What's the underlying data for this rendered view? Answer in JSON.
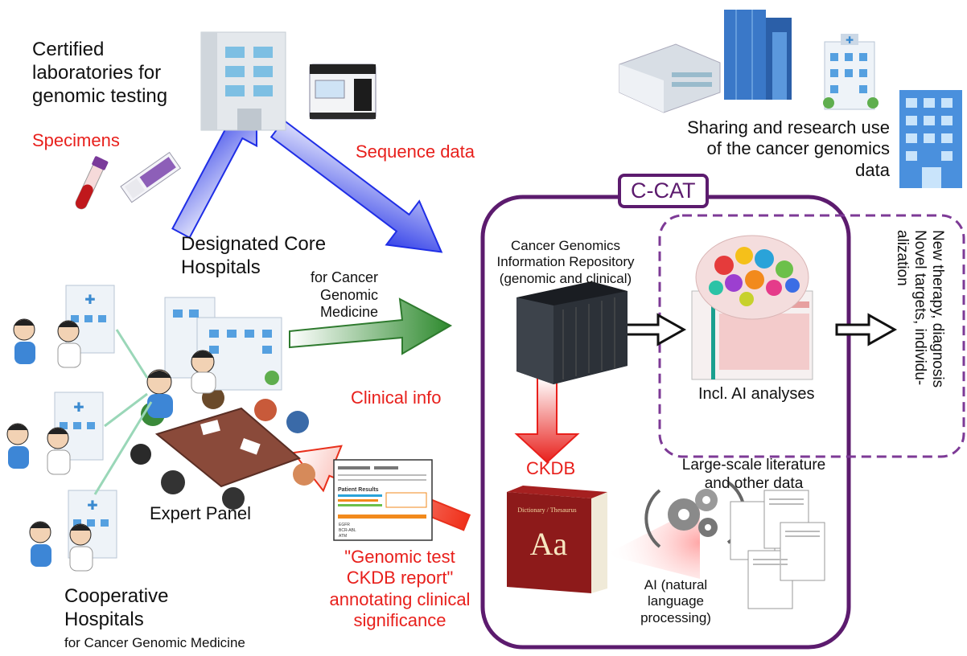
{
  "labs": {
    "label": "Certified\nlaboratories for\ngenomic testing"
  },
  "specimens": "Specimens",
  "sequence_data": "Sequence data",
  "sharing": "Sharing and research use\nof the cancer genomics\ndata",
  "ccat": "C-CAT",
  "core_hospitals": {
    "title": "Designated  Core\nHospitals",
    "subtitle": "for Cancer\nGenomic Medicine"
  },
  "repository": "Cancer Genomics\nInformation Repository\n(genomic and clinical)",
  "ai_analyses": "Incl. AI analyses",
  "outcomes": [
    "New therapy, diagnosis",
    "Novel targets, individu-",
    "alization"
  ],
  "clinical_info": "Clinical info",
  "ckdb": "CKDB",
  "literature": "Large-scale literature\nand other data",
  "ai_nlp": "AI (natural\nlanguage\nprocessing)",
  "expert_panel": "Expert Panel",
  "report_caption": "\"Genomic test\nCKDB report\"\nannotating clinical\nsignificance",
  "cooperative": {
    "title": "Cooperative\nHospitals",
    "subtitle": "for Cancer Genomic Medicine"
  },
  "report_doc": {
    "heading": "Patient Results",
    "rows": [
      "EGFR",
      "BCR-ABL",
      "ATM"
    ]
  },
  "book": {
    "title": "Dictionary / Thesaurus",
    "letters": "Aa"
  },
  "colors": {
    "red": "#e8201c",
    "purple": "#5c1b6e",
    "blue": "#2330e8",
    "green": "#2e8a2e"
  }
}
